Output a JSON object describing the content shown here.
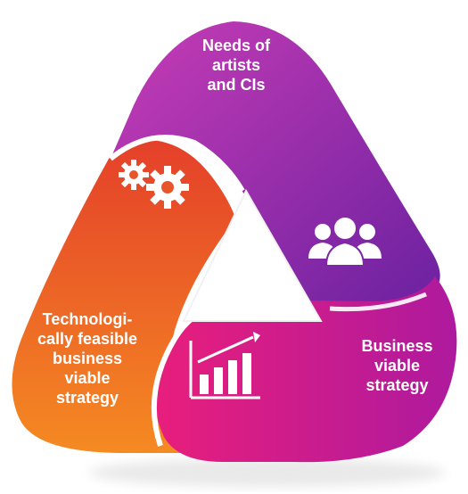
{
  "diagram": {
    "segments": [
      {
        "id": "top",
        "lines": [
          "Needs of",
          "artists",
          "and CIs"
        ],
        "icon": "people-group-icon",
        "color_from": "#C13AB3",
        "color_to": "#6B22A0"
      },
      {
        "id": "left",
        "lines": [
          "Technologi-",
          "cally feasible",
          "business",
          "viable",
          "strategy"
        ],
        "icon": "gears-icon",
        "color_from": "#E5432A",
        "color_to": "#F37A22"
      },
      {
        "id": "right",
        "lines": [
          "Business",
          "viable",
          "strategy"
        ],
        "icon": "growth-chart-icon",
        "color_from": "#E91F79",
        "color_to": "#B21A9C"
      }
    ]
  }
}
